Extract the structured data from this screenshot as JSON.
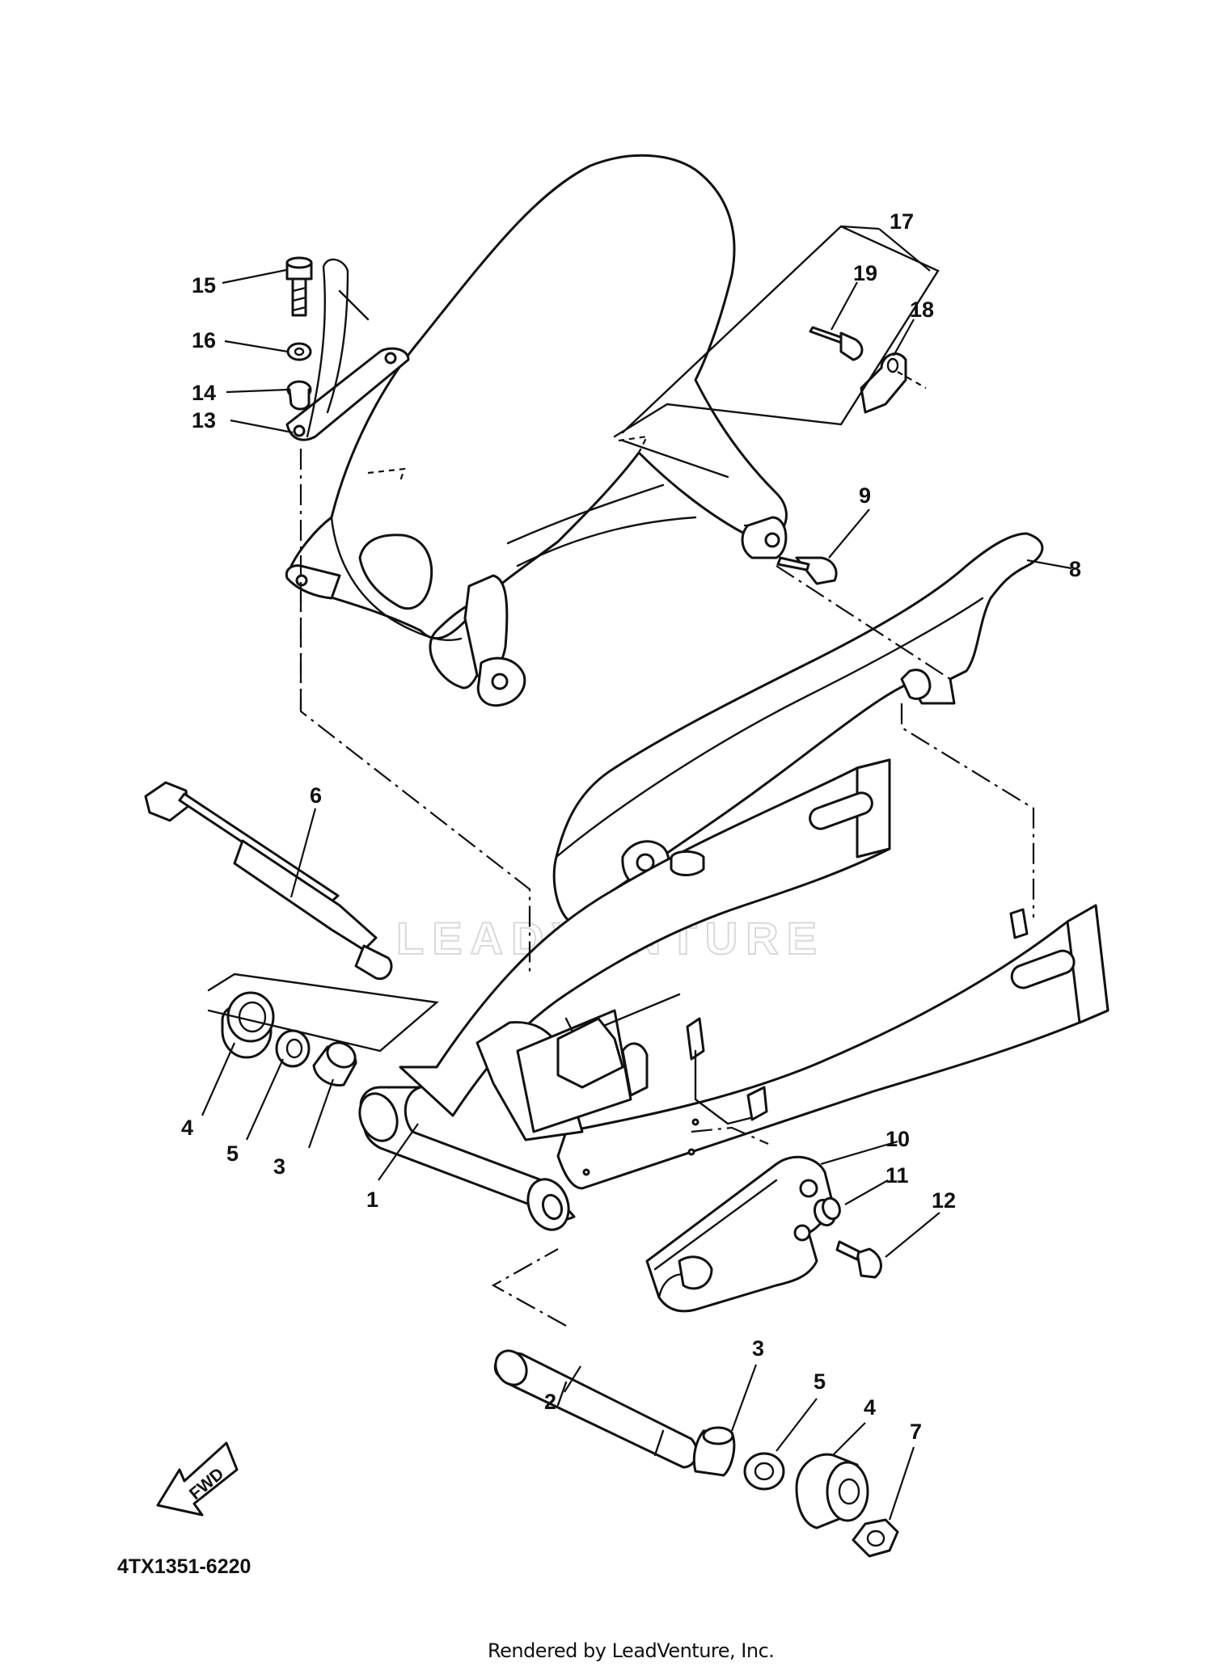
{
  "callouts": [
    {
      "id": "1",
      "label": "1"
    },
    {
      "id": "2",
      "label": "2"
    },
    {
      "id": "3a",
      "label": "3"
    },
    {
      "id": "3b",
      "label": "3"
    },
    {
      "id": "4a",
      "label": "4"
    },
    {
      "id": "4b",
      "label": "4"
    },
    {
      "id": "5a",
      "label": "5"
    },
    {
      "id": "5b",
      "label": "5"
    },
    {
      "id": "6",
      "label": "6"
    },
    {
      "id": "7",
      "label": "7"
    },
    {
      "id": "8",
      "label": "8"
    },
    {
      "id": "9",
      "label": "9"
    },
    {
      "id": "10",
      "label": "10"
    },
    {
      "id": "11",
      "label": "11"
    },
    {
      "id": "12",
      "label": "12"
    },
    {
      "id": "13",
      "label": "13"
    },
    {
      "id": "14",
      "label": "14"
    },
    {
      "id": "15",
      "label": "15"
    },
    {
      "id": "16",
      "label": "16"
    },
    {
      "id": "17",
      "label": "17"
    },
    {
      "id": "18",
      "label": "18"
    },
    {
      "id": "19",
      "label": "19"
    }
  ],
  "diagram_code": "4TX1351-6220",
  "fwd_label": "FWD",
  "watermark": "LEADVENTURE",
  "credit": "Rendered by LeadVenture, Inc."
}
